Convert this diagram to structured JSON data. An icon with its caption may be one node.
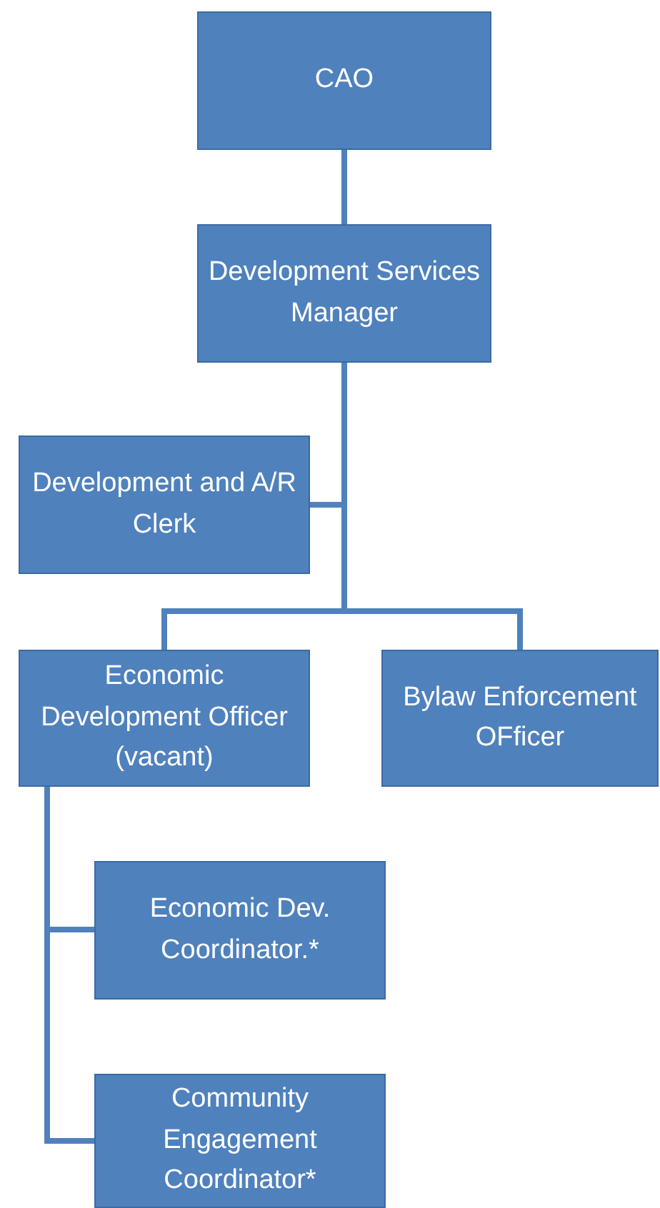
{
  "diagram": {
    "nodes": [
      {
        "text": [
          "CAO"
        ]
      },
      {
        "text": [
          "Development Services Manager"
        ]
      },
      {
        "text": [
          "Development and A/R Clerk"
        ]
      },
      {
        "text": [
          "Economic Development Officer (vacant)"
        ]
      },
      {
        "text": [
          "Bylaw Enforcement OFficer"
        ]
      },
      {
        "text": [
          "Economic Dev. Coordinator.*"
        ]
      },
      {
        "text": [
          "Community Engagement Coordinator*"
        ]
      }
    ],
    "edges": [
      {
        "from": 0,
        "to": 1,
        "arrow": "none"
      },
      {
        "from": 1,
        "to": 2,
        "arrow": "none"
      },
      {
        "from": 1,
        "to": 3,
        "arrow": "none"
      },
      {
        "from": 1,
        "to": 4,
        "arrow": "none"
      },
      {
        "from": 3,
        "to": 5,
        "arrow": "none"
      },
      {
        "from": 3,
        "to": 6,
        "arrow": "none"
      }
    ]
  }
}
